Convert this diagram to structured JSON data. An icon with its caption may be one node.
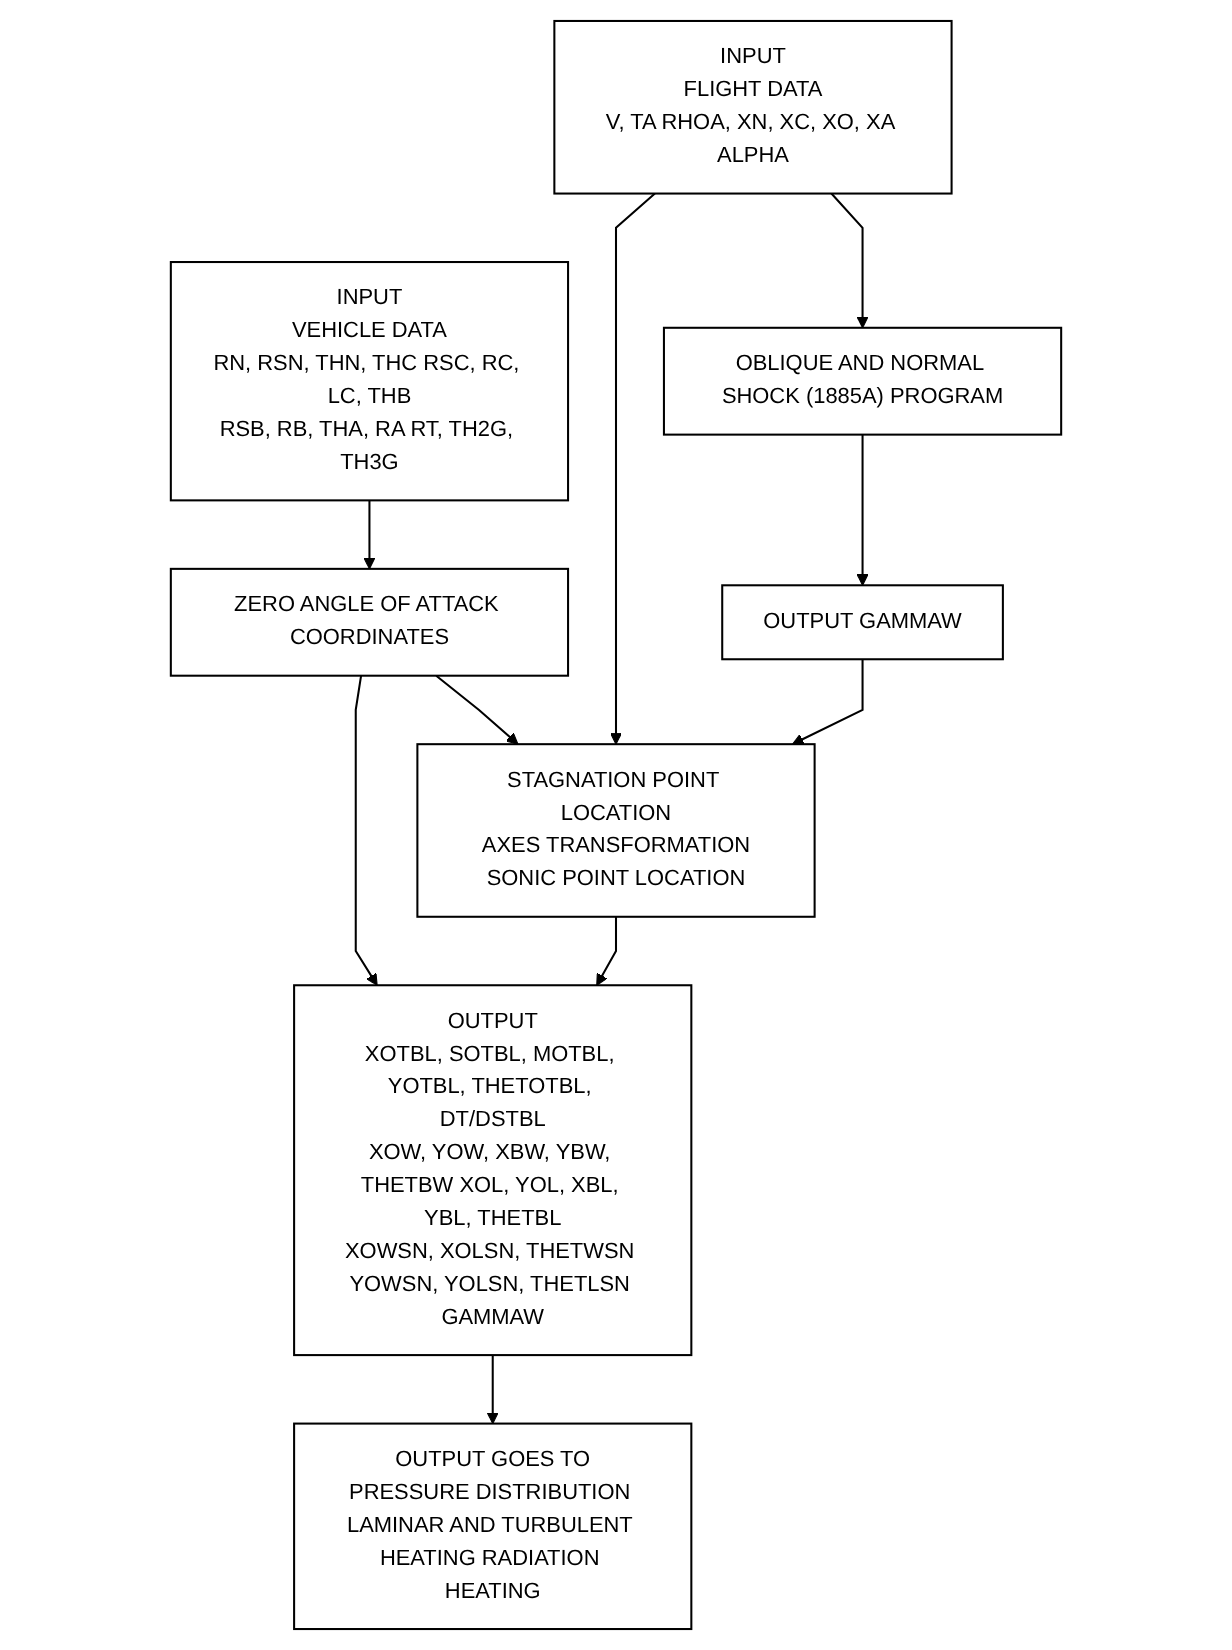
{
  "diagram": {
    "nodes": [
      {
        "text": [
          "INPUT",
          "VEHICLE DATA",
          "RN, RSN, THN, THC RSC, RC, LC, THB",
          "RSB, RB, THA, RA RT, TH2G, TH3G"
        ]
      },
      {
        "text": [
          "INPUT",
          "FLIGHT DATA",
          "V, TA RHOA, XN, XC, XO, XA ALPHA"
        ]
      },
      {
        "text": [
          "ZERO ANGLE OF ATTACK COORDINATES"
        ]
      },
      {
        "text": [
          "OBLIQUE AND NORMAL SHOCK (1885A) PROGRAM"
        ]
      },
      {
        "text": [
          "STAGNATION POINT LOCATION",
          "AXES TRANSFORMATION",
          "SONIC POINT LOCATION"
        ]
      },
      {
        "text": [
          "OUTPUT GAMMAW"
        ]
      },
      {
        "text": [
          "OUTPUT",
          "XOTBL, SOTBL, MOTBL, YOTBL, THETOTBL, DT/DSTBL",
          "XOW, YOW, XBW, YBW, THETBW XOL, YOL, XBL, YBL, THETBL",
          "XOWSN, XOLSN, THETWSN YOWSN, YOLSN, THETLSN GAMMAW"
        ]
      },
      {
        "text": [
          "OUTPUT GOES TO",
          "PRESSURE DISTRIBUTION LAMINAR AND TURBULENT HEATING RADIATION HEATING"
        ]
      }
    ],
    "edges": [
      {
        "from": 0,
        "to": 2,
        "arrow": "to"
      },
      {
        "from": 1,
        "to": 3,
        "arrow": "to"
      },
      {
        "from": 2,
        "to": 4,
        "arrow": "to"
      },
      {
        "from": 1,
        "to": 4,
        "arrow": "to"
      },
      {
        "from": 3,
        "to": 5,
        "arrow": "to"
      },
      {
        "from": 5,
        "to": 4,
        "arrow": "to"
      },
      {
        "from": 4,
        "to": 6,
        "arrow": "to"
      },
      {
        "from": 2,
        "to": 6,
        "arrow": "to"
      },
      {
        "from": 6,
        "to": 7,
        "arrow": "to"
      }
    ]
  }
}
